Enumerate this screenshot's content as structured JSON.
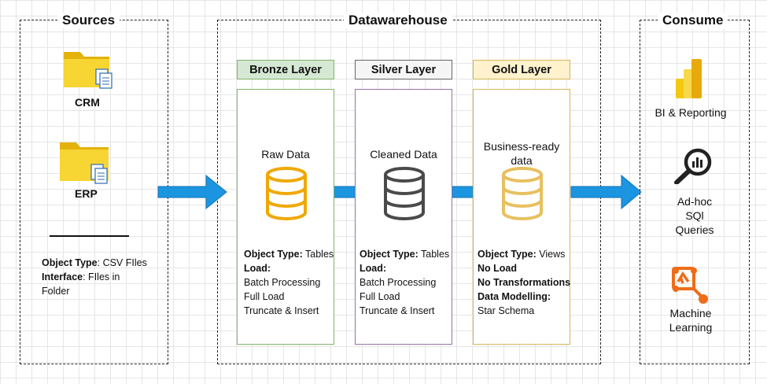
{
  "groups": {
    "sources": "Sources",
    "datawarehouse": "Datawarehouse",
    "consume": "Consume"
  },
  "sources": {
    "crm": "CRM",
    "erp": "ERP",
    "object_type_label": "Object Type",
    "object_type_value": ": CSV FIles",
    "interface_label": "Interface",
    "interface_value": ": FIles in",
    "interface_value_2": "Folder"
  },
  "layers": {
    "bronze": {
      "header": "Bronze Layer",
      "title_1": "Raw Data",
      "title_2": "",
      "line_1_label": "Object Type:",
      "line_1_value": " Tables",
      "line_2": "Load:",
      "line_3": "Batch Processing",
      "line_4": "Full Load",
      "line_5": "Truncate & Insert",
      "color": "#82b366",
      "header_fill": "#d5e8d4"
    },
    "silver": {
      "header": "Silver Layer",
      "title_1": "Cleaned Data",
      "title_2": "",
      "line_1_label": "Object Type:",
      "line_1_value": " Tables",
      "line_2": "Load:",
      "line_3": "Batch Processing",
      "line_4": "Full Load",
      "line_5": "Truncate & Insert",
      "color": "#9673a6",
      "header_fill": "#f5f5f5"
    },
    "gold": {
      "header": "Gold Layer",
      "title_1": "Business-ready",
      "title_2": "data",
      "line_1_label": "Object Type:",
      "line_1_value": " Views",
      "line_2": "No Load",
      "line_3": "No Transformations",
      "line_4": "Data Modelling:",
      "line_5": "Star Schema",
      "color": "#d6b656",
      "header_fill": "#fff2cc"
    }
  },
  "consume": {
    "bi": "BI & Reporting",
    "adhoc_1": "Ad-hoc",
    "adhoc_2": "SQl",
    "adhoc_3": "Queries",
    "ml_1": "Machine",
    "ml_2": "Learning"
  },
  "colors": {
    "arrow": "#1b95e0",
    "folder": "#f2c811",
    "db_bronze": "#f0a800",
    "db_silver": "#4a4a4a",
    "db_gold": "#e8c060",
    "powerbi": "#f2c811",
    "ml_orange": "#ef6c1a"
  }
}
